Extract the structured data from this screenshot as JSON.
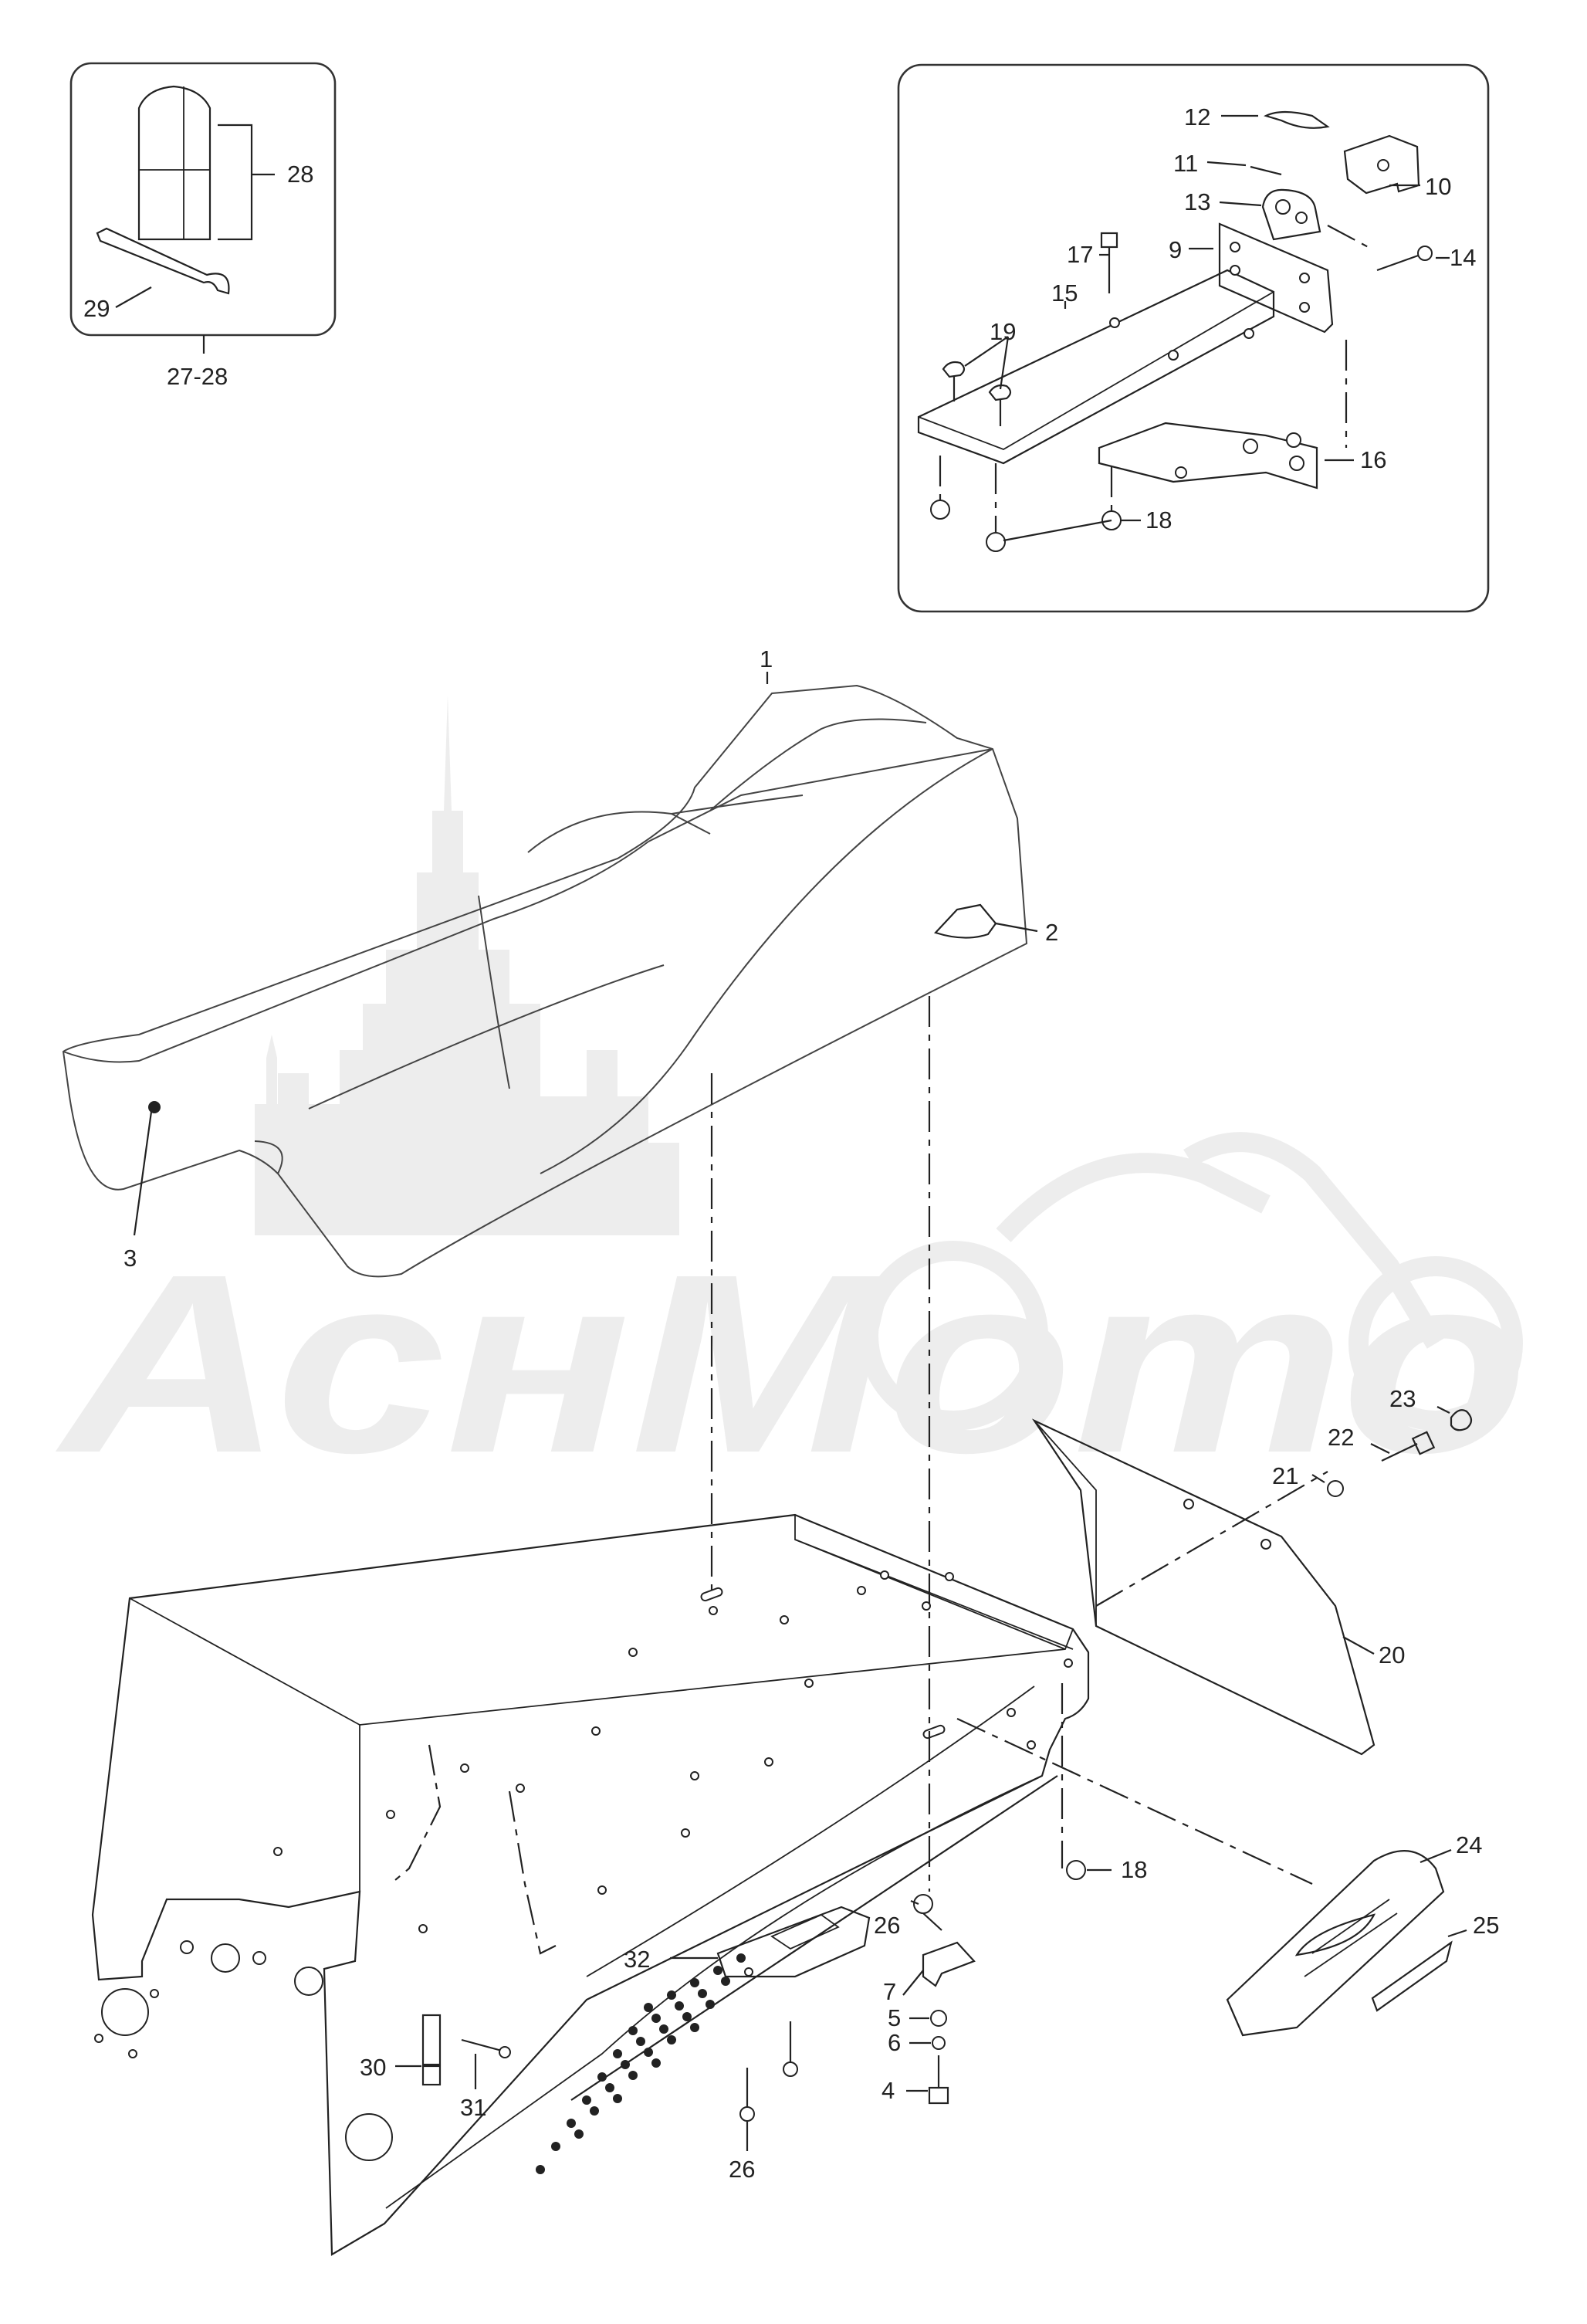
{
  "watermark": {
    "text": "АснМото",
    "color": "#ececec"
  },
  "kit_box": {
    "caption": "27-28"
  },
  "labels": {
    "p1": "1",
    "p2": "2",
    "p3": "3",
    "p4": "4",
    "p5": "5",
    "p6": "6",
    "p7": "7",
    "p9": "9",
    "p10": "10",
    "p11": "11",
    "p12": "12",
    "p13": "13",
    "p14": "14",
    "p15": "15",
    "p16": "16",
    "p17": "17",
    "p18a": "18",
    "p18b": "18",
    "p19": "19",
    "p20": "20",
    "p21": "21",
    "p22": "22",
    "p23": "23",
    "p24": "24",
    "p25": "25",
    "p26a": "26",
    "p26b": "26",
    "p28": "28",
    "p29": "29",
    "p30": "30",
    "p31": "31",
    "p32": "32"
  },
  "colors": {
    "line": "#222222",
    "background": "#ffffff"
  }
}
